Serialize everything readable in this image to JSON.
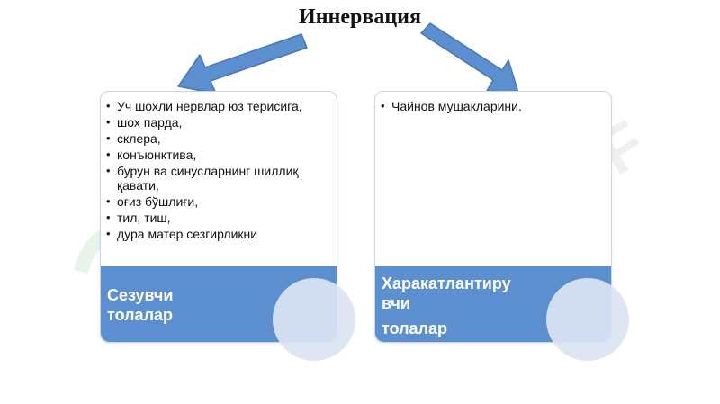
{
  "title": "Иннервация",
  "colors": {
    "arrow_fill": "#5b8fcf",
    "arrow_stroke": "#4a78b0",
    "card_footer": "#5b8fcf",
    "circle": "#dbe4f3",
    "watermark": "#dfe8df"
  },
  "watermark": "SOFF",
  "sensory": {
    "items": [
      "Уч шохли нервлар юз терисига,",
      " шох парда,",
      "склера,",
      "конъюнктива,",
      "бурун ва синусларнинг шиллиқ қавати,",
      "оғиз бўшлиғи,",
      "тил, тиш,",
      "дура матер сезгирликни"
    ],
    "label_lines": [
      "Сезувчи",
      "толалар"
    ]
  },
  "motor": {
    "items": [
      "Чайнов мушакларини."
    ],
    "label_lines": [
      "Харакатлантиру",
      "вчи",
      "толалар"
    ]
  }
}
